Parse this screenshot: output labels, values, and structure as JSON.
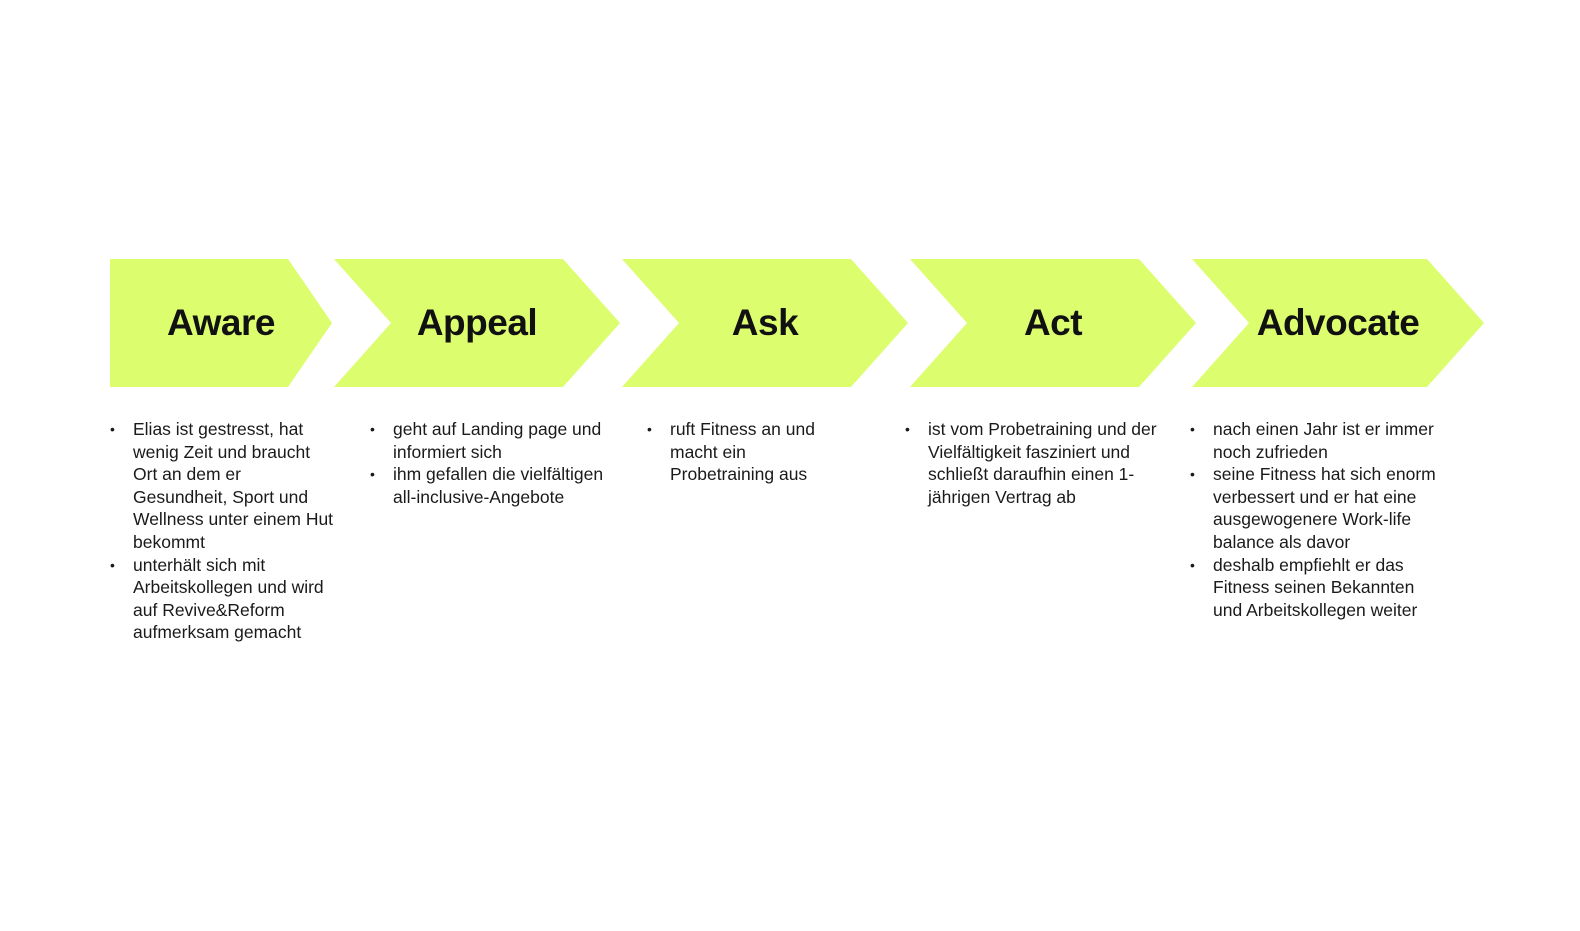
{
  "colors": {
    "chevron_fill": "#DCFD6D",
    "text": "#111111"
  },
  "stages": [
    {
      "title": "Aware",
      "notes": [
        "Elias ist gestresst, hat wenig Zeit und braucht Ort an dem er Gesundheit, Sport und Wellness unter einem Hut bekommt",
        "unterhält sich mit Arbeitskollegen und wird auf Revive&Reform aufmerksam gemacht"
      ]
    },
    {
      "title": "Appeal",
      "notes": [
        "geht auf Landing page und informiert sich",
        "ihm gefallen die vielfältigen all-inclusive-Angebote"
      ]
    },
    {
      "title": "Ask",
      "notes": [
        "ruft Fitness an und macht ein Probetraining aus"
      ]
    },
    {
      "title": "Act",
      "notes": [
        "ist vom Probetraining und der Vielfältigkeit fasziniert und schließt daraufhin einen 1-jährigen Vertrag ab"
      ]
    },
    {
      "title": "Advocate",
      "notes": [
        "nach einen Jahr ist er immer noch zufrieden",
        "seine Fitness hat sich enorm verbessert und er hat eine ausgewogenere Work-life balance als davor",
        "deshalb empfiehlt er das Fitness seinen Bekannten und Arbeitskollegen weiter"
      ]
    }
  ]
}
